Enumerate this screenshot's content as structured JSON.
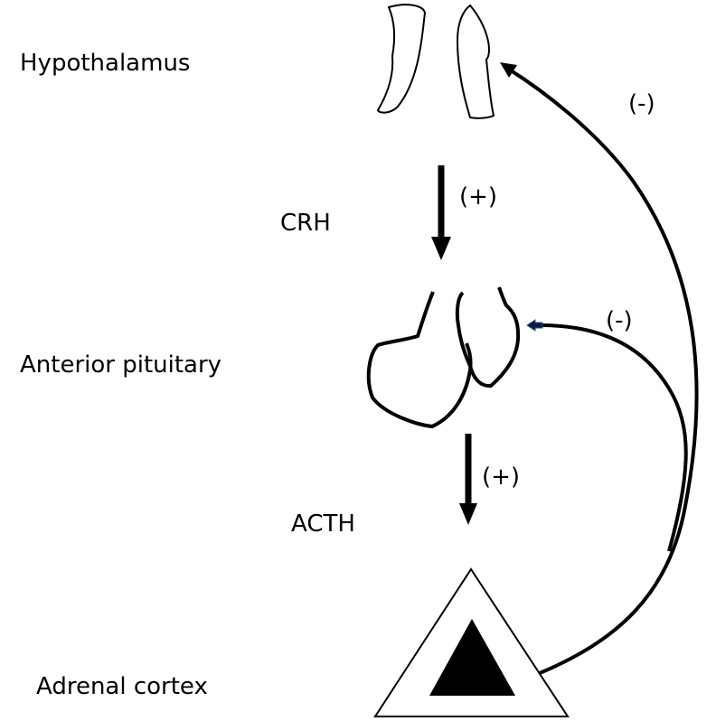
{
  "labels": {
    "hypothalamus": "Hypothalamus",
    "anterior_pituitary": "Anterior pituitary",
    "adrenal_cortex": "Adrenal cortex",
    "crh": "CRH",
    "acth": "ACTH",
    "crh_effect": "(+)",
    "acth_effect": "(+)",
    "feedback_hypothalamus": "(-)",
    "feedback_pituitary": "(-)"
  },
  "colors": {
    "line": "#000000",
    "small_arrow_outline": "#2f4f8f"
  }
}
